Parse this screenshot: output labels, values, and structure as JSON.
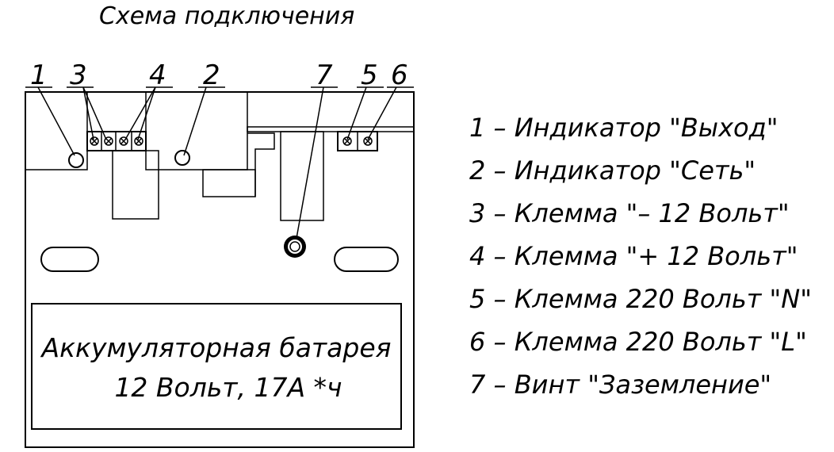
{
  "title": "Схема подключения",
  "callouts": {
    "c1": "1",
    "c3": "3",
    "c4": "4",
    "c2": "2",
    "c7": "7",
    "c5": "5",
    "c6": "6"
  },
  "battery": {
    "line1": "Аккумуляторная батарея",
    "line2": "12 Вольт, 17А *ч"
  },
  "legend": [
    "1 – Индикатор \"Выход\"",
    "2 – Индикатор \"Сеть\"",
    "3 – Клемма \"– 12 Вольт\"",
    "4 – Клемма \"+ 12 Вольт\"",
    "5 – Клемма 220 Вольт \"N\"",
    "6 – Клемма 220 Вольт \"L\"",
    "7 – Винт \"Заземление\""
  ]
}
